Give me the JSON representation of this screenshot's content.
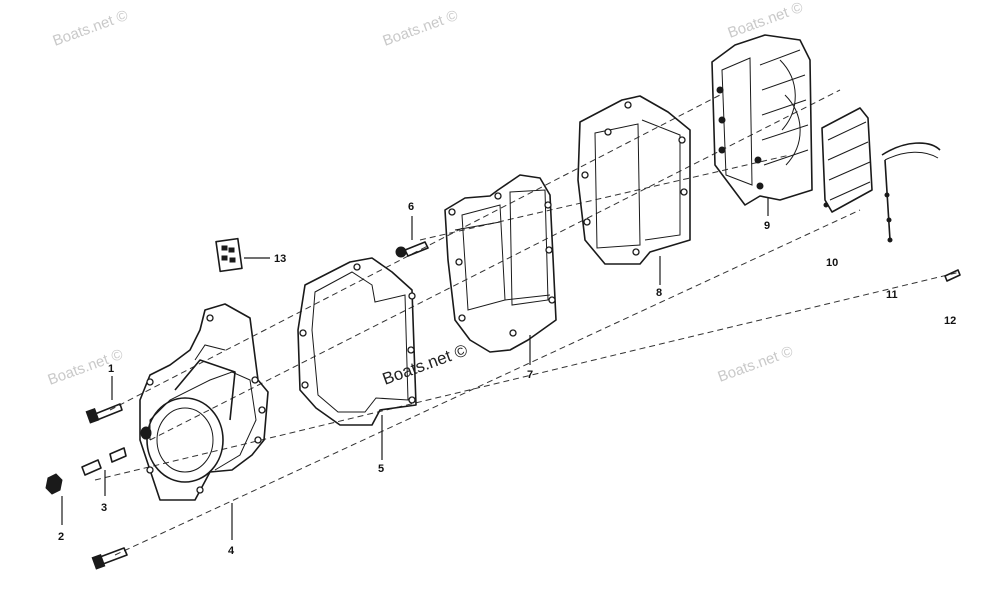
{
  "watermark": "Boats.net ©",
  "callouts": {
    "c1": "1",
    "c2": "2",
    "c3": "3",
    "c4": "4",
    "c5": "5",
    "c6": "6",
    "c7": "7",
    "c8": "8",
    "c9": "9",
    "c10": "10",
    "c11": "11",
    "c12": "12",
    "c13": "13"
  },
  "colors": {
    "line": "#1a1a1a",
    "watermark": "#c9c9c9",
    "background": "#ffffff"
  }
}
